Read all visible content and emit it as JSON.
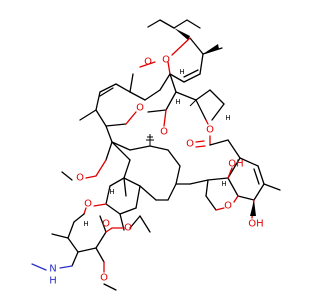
{
  "atom_labels": {
    "o_ring_upper_left": "O",
    "o_ring_upper_right": "O",
    "o_ring_junction": "O",
    "o_ester": "O",
    "o_carbonyl": "O",
    "o_hydroxy_center": "OH",
    "o_hydroxy_lower": "OH",
    "o_ether_mid": "O",
    "o_methoxy_left": "O",
    "o_methoxy_sugar": "O",
    "o_glycosidic": "O",
    "o_sugar_ring": "O",
    "o_sugar_ring2": "O",
    "o_tetrahydrofuran": "O",
    "n_amine": "N",
    "h_amine": "H",
    "h_stereo_1": "H",
    "h_stereo_2": "H",
    "h_stereo_3": "H",
    "h_stereo_4": "H",
    "h_stereo_5": "H",
    "h_stereo_6": "H"
  },
  "colors": {
    "bond": "#000000",
    "oxygen": "#e00000",
    "nitrogen": "#2a33c8",
    "background": "#ffffff"
  }
}
